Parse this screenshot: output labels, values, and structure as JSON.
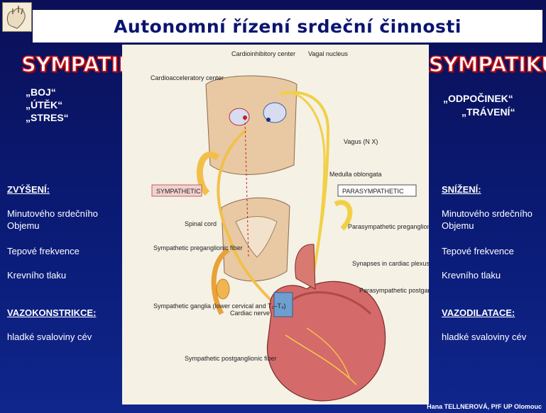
{
  "title": "Autonomní řízení srdeční činnosti",
  "left": {
    "heading": "SYMPATIKUS",
    "keywords": [
      "„BOJ“",
      "„ÚTĚK“",
      "„STRES“"
    ],
    "increase_label": "ZVÝŠENÍ:",
    "items": [
      "Minutového srdečního Objemu",
      "Tepové frekvence",
      "Krevního tlaku"
    ],
    "vaso_label": "VAZOKONSTRIKCE:",
    "vaso_text": "hladké svaloviny cév"
  },
  "right": {
    "heading": "PARASYMPATIKUS",
    "keywords": [
      "„ODPOČINEK“",
      "„TRÁVENÍ“"
    ],
    "decrease_label": "SNÍŽENÍ:",
    "items": [
      "Minutového srdečního Objemu",
      "Tepové frekvence",
      "Krevního tlaku"
    ],
    "vaso_label": "VAZODILATACE:",
    "vaso_text": "hladké svaloviny cév"
  },
  "figure": {
    "labels": {
      "cardioinhibitory": "Cardioinhibitory center",
      "vagal_nucleus": "Vagal nucleus",
      "cardioacceleratory": "Cardioacceleratory center",
      "vagus": "Vagus (N X)",
      "medulla": "Medulla oblongata",
      "sympathetic_box": "SYMPATHETIC",
      "parasympathetic_box": "PARASYMPATHETIC",
      "spinal_cord": "Spinal cord",
      "para_pre": "Parasympathetic preganglionic fiber",
      "symp_pre": "Sympathetic preganglionic fiber",
      "synapses": "Synapses in cardiac plexus",
      "para_post": "Parasympathetic postganglionic fibers",
      "symp_ganglia": "Sympathetic ganglia (lower cervical and T₁–T₄)",
      "cardiac_nerve": "Cardiac nerve",
      "symp_post": "Sympathetic postganglionic fiber"
    }
  },
  "footer": "Hana TELLNEROVÁ, PřF UP Olomouc"
}
